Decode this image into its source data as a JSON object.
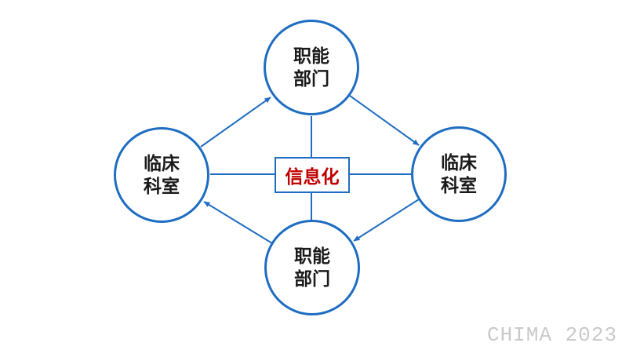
{
  "colors": {
    "accent_blue": "#1f6dc2",
    "center_text_red": "#c00000",
    "node_text": "#1a1a1a",
    "watermark_gray": "#c9c9c9"
  },
  "diagram": {
    "center_label": "信息化",
    "nodes": {
      "top": {
        "label": "职能\n部门"
      },
      "left": {
        "label": "临床\n科室"
      },
      "right": {
        "label": "临床\n科室"
      },
      "bottom": {
        "label": "职能\n部门"
      }
    }
  },
  "watermark": {
    "text": "CHIMA 2023"
  }
}
